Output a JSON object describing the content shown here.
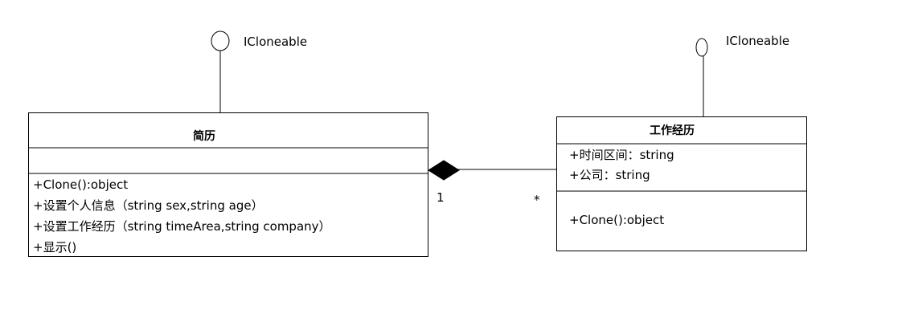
{
  "left_class": {
    "name": "简历",
    "interface": "ICloneable",
    "attributes": [],
    "methods": [
      "+Clone():object",
      "+设置个人信息（string sex,string age）",
      "+设置工作经历（string timeArea,string company）",
      "+显示()"
    ]
  },
  "right_class": {
    "name": "工作经历",
    "interface": "ICloneable",
    "attributes": [
      "+时间区间：string",
      "+公司：string"
    ],
    "methods": [
      "+Clone():object"
    ]
  },
  "association": {
    "left_multiplicity": "1",
    "right_multiplicity": "*"
  }
}
